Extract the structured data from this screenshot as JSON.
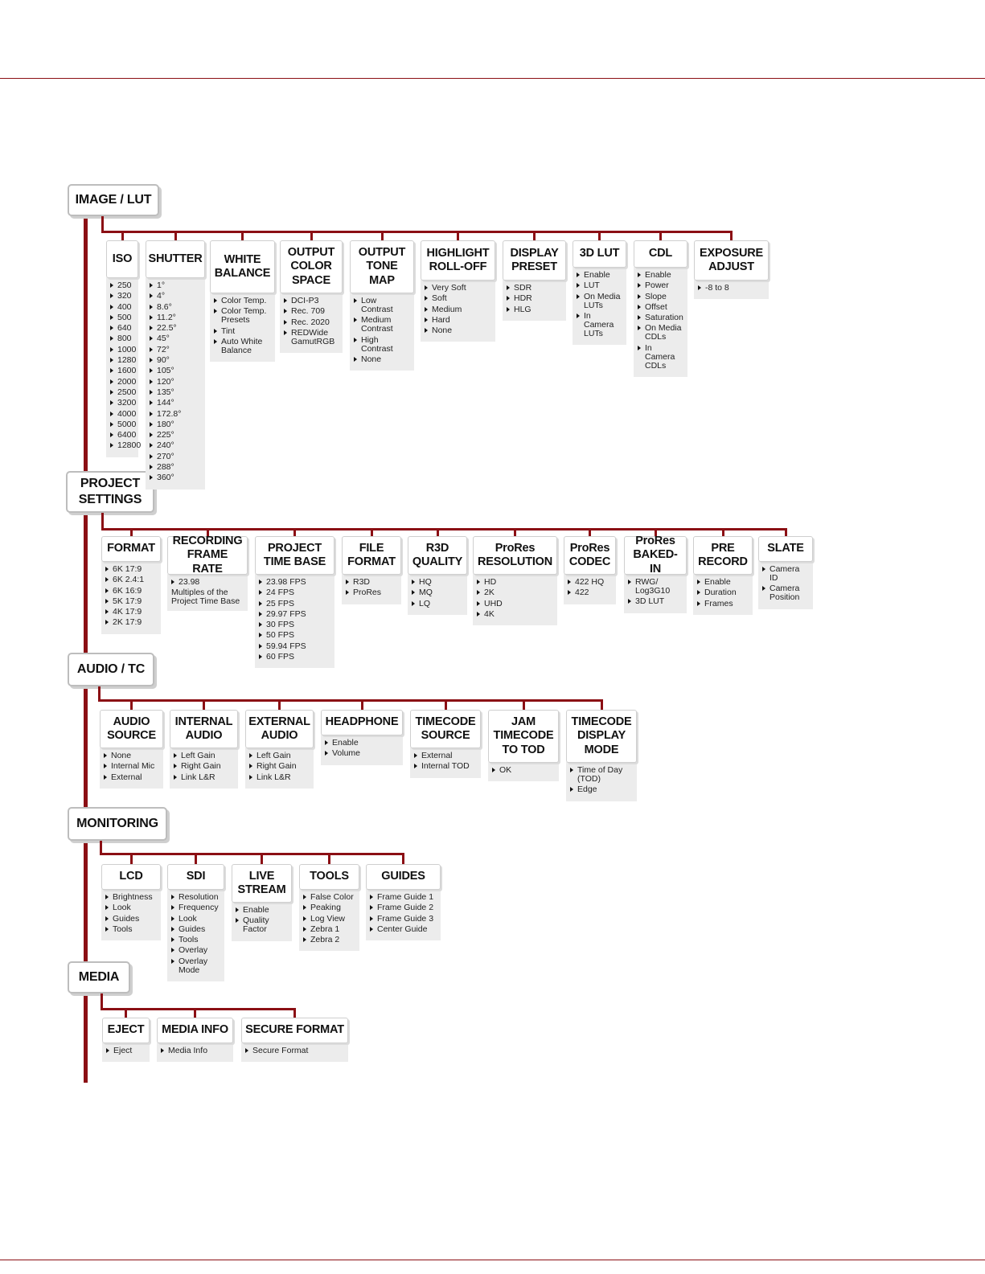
{
  "colors": {
    "accent": "#8b0f14",
    "card_border": "#bdbdbd",
    "items_bg": "#ececec"
  },
  "sections": [
    {
      "label": "IMAGE / LUT",
      "categories": [
        {
          "title": "ISO",
          "items": [
            "250",
            "320",
            "400",
            "500",
            "640",
            "800",
            "1000",
            "1280",
            "1600",
            "2000",
            "2500",
            "3200",
            "4000",
            "5000",
            "6400",
            "12800"
          ]
        },
        {
          "title": "SHUTTER",
          "items": [
            "1°",
            "4°",
            "8.6°",
            "11.2°",
            "22.5°",
            "45°",
            "72°",
            "90°",
            "105°",
            "120°",
            "135°",
            "144°",
            "172.8°",
            "180°",
            "225°",
            "240°",
            "270°",
            "288°",
            "360°"
          ]
        },
        {
          "title": "WHITE\nBALANCE",
          "items": [
            "Color Temp.",
            "Color Temp.\nPresets",
            "Tint",
            "Auto White\nBalance"
          ]
        },
        {
          "title": "OUTPUT\nCOLOR\nSPACE",
          "items": [
            "DCI-P3",
            "Rec. 709",
            "Rec. 2020",
            "REDWide\nGamutRGB"
          ]
        },
        {
          "title": "OUTPUT\nTONE\nMAP",
          "items": [
            "Low\nContrast",
            "Medium\nContrast",
            "High\nContrast",
            "None"
          ]
        },
        {
          "title": "HIGHLIGHT\nROLL-OFF",
          "items": [
            "Very Soft",
            "Soft",
            "Medium",
            "Hard",
            "None"
          ]
        },
        {
          "title": "DISPLAY\nPRESET",
          "items": [
            "SDR",
            "HDR",
            "HLG"
          ]
        },
        {
          "title": "3D LUT",
          "items": [
            "Enable",
            "LUT",
            "On Media\nLUTs",
            "In Camera\nLUTs"
          ]
        },
        {
          "title": "CDL",
          "items": [
            "Enable",
            "Power",
            "Slope",
            "Offset",
            "Saturation",
            "On Media\nCDLs",
            "In Camera\nCDLs"
          ]
        },
        {
          "title": "EXPOSURE\nADJUST",
          "items": [
            "-8 to 8"
          ]
        }
      ]
    },
    {
      "label": "PROJECT\nSETTINGS",
      "categories": [
        {
          "title": "FORMAT",
          "items": [
            "6K 17:9",
            "6K 2.4:1",
            "6K 16:9",
            "5K 17:9",
            "4K 17:9",
            "2K 17:9"
          ]
        },
        {
          "title": "RECORDING\nFRAME RATE",
          "items": [
            "23.98"
          ],
          "note": "Multiples of the\nProject Time Base"
        },
        {
          "title": "PROJECT\nTIME BASE",
          "items": [
            "23.98 FPS",
            "24 FPS",
            "25 FPS",
            "29.97 FPS",
            "30 FPS",
            "50 FPS",
            "59.94 FPS",
            "60 FPS"
          ]
        },
        {
          "title": "FILE\nFORMAT",
          "items": [
            "R3D",
            "ProRes"
          ]
        },
        {
          "title": "R3D\nQUALITY",
          "items": [
            "HQ",
            "MQ",
            "LQ"
          ]
        },
        {
          "title": "ProRes\nRESOLUTION",
          "items": [
            "HD",
            "2K",
            "UHD",
            "4K"
          ]
        },
        {
          "title": "ProRes\nCODEC",
          "items": [
            "422 HQ",
            "422"
          ]
        },
        {
          "title": "ProRes\nBAKED-IN",
          "items": [
            "RWG/\nLog3G10",
            "3D LUT"
          ]
        },
        {
          "title": "PRE\nRECORD",
          "items": [
            "Enable",
            "Duration",
            "Frames"
          ]
        },
        {
          "title": "SLATE",
          "items": [
            "Camera ID",
            "Camera\nPosition"
          ]
        }
      ]
    },
    {
      "label": "AUDIO / TC",
      "categories": [
        {
          "title": "AUDIO\nSOURCE",
          "items": [
            "None",
            "Internal Mic",
            "External"
          ]
        },
        {
          "title": "INTERNAL\nAUDIO",
          "items": [
            "Left Gain",
            "Right Gain",
            "Link L&R"
          ]
        },
        {
          "title": "EXTERNAL\nAUDIO",
          "items": [
            "Left Gain",
            "Right Gain",
            "Link L&R"
          ]
        },
        {
          "title": "HEADPHONE",
          "items": [
            "Enable",
            "Volume"
          ]
        },
        {
          "title": "TIMECODE\nSOURCE",
          "items": [
            "External",
            "Internal TOD"
          ]
        },
        {
          "title": "JAM\nTIMECODE\nTO TOD",
          "items": [
            "OK"
          ]
        },
        {
          "title": "TIMECODE\nDISPLAY\nMODE",
          "items": [
            "Time of Day\n(TOD)",
            "Edge"
          ]
        }
      ]
    },
    {
      "label": "MONITORING",
      "categories": [
        {
          "title": "LCD",
          "items": [
            "Brightness",
            "Look",
            "Guides",
            "Tools"
          ]
        },
        {
          "title": "SDI",
          "items": [
            "Resolution",
            "Frequency",
            "Look",
            "Guides",
            "Tools",
            "Overlay",
            "Overlay\nMode"
          ]
        },
        {
          "title": "LIVE\nSTREAM",
          "items": [
            "Enable",
            "Quality\nFactor"
          ]
        },
        {
          "title": "TOOLS",
          "items": [
            "False Color",
            "Peaking",
            "Log View",
            "Zebra 1",
            "Zebra 2"
          ]
        },
        {
          "title": "GUIDES",
          "items": [
            "Frame Guide 1",
            "Frame Guide 2",
            "Frame Guide 3",
            "Center Guide"
          ]
        }
      ]
    },
    {
      "label": "MEDIA",
      "categories": [
        {
          "title": "EJECT",
          "items": [
            "Eject"
          ]
        },
        {
          "title": "MEDIA INFO",
          "items": [
            "Media Info"
          ]
        },
        {
          "title": "SECURE FORMAT",
          "items": [
            "Secure Format"
          ]
        }
      ]
    }
  ]
}
